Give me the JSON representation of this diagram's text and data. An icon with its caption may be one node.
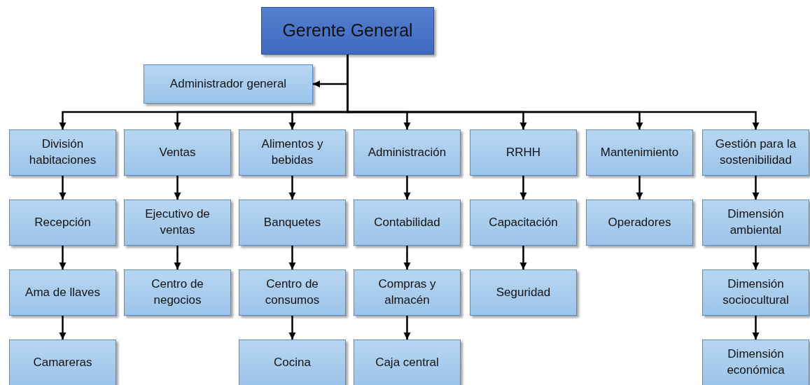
{
  "diagram": {
    "nodes": [
      {
        "text": [
          "Gerente General"
        ]
      },
      {
        "text": [
          "Administrador general"
        ]
      },
      {
        "text": [
          "División habitaciones"
        ]
      },
      {
        "text": [
          "Ventas"
        ]
      },
      {
        "text": [
          "Alimentos y bebidas"
        ]
      },
      {
        "text": [
          "Administración"
        ]
      },
      {
        "text": [
          "RRHH"
        ]
      },
      {
        "text": [
          "Mantenimiento"
        ]
      },
      {
        "text": [
          "Gestión para la sostenibilidad"
        ]
      },
      {
        "text": [
          "Recepción"
        ]
      },
      {
        "text": [
          "Ejecutivo de ventas"
        ]
      },
      {
        "text": [
          "Banquetes"
        ]
      },
      {
        "text": [
          "Contabilidad"
        ]
      },
      {
        "text": [
          "Capacitación"
        ]
      },
      {
        "text": [
          "Operadores"
        ]
      },
      {
        "text": [
          "Dimensión ambiental"
        ]
      },
      {
        "text": [
          "Ama de llaves"
        ]
      },
      {
        "text": [
          "Centro de negocios"
        ]
      },
      {
        "text": [
          "Centro de consumos"
        ]
      },
      {
        "text": [
          "Compras y almacén"
        ]
      },
      {
        "text": [
          "Seguridad"
        ]
      },
      {
        "text": [
          "Dimensión sociocultural"
        ]
      },
      {
        "text": [
          "Camareras"
        ]
      },
      {
        "text": [
          "Cocina"
        ]
      },
      {
        "text": [
          "Caja central"
        ]
      },
      {
        "text": [
          "Dimensión económica"
        ]
      }
    ],
    "edges": [
      {
        "from": 0,
        "to": 1,
        "arrow": "to"
      },
      {
        "from": 0,
        "to": 2,
        "arrow": "to"
      },
      {
        "from": 0,
        "to": 3,
        "arrow": "to"
      },
      {
        "from": 0,
        "to": 4,
        "arrow": "to"
      },
      {
        "from": 0,
        "to": 5,
        "arrow": "to"
      },
      {
        "from": 0,
        "to": 6,
        "arrow": "to"
      },
      {
        "from": 0,
        "to": 7,
        "arrow": "to"
      },
      {
        "from": 0,
        "to": 8,
        "arrow": "to"
      },
      {
        "from": 2,
        "to": 9,
        "arrow": "to"
      },
      {
        "from": 3,
        "to": 10,
        "arrow": "to"
      },
      {
        "from": 4,
        "to": 11,
        "arrow": "to"
      },
      {
        "from": 5,
        "to": 12,
        "arrow": "to"
      },
      {
        "from": 6,
        "to": 13,
        "arrow": "to"
      },
      {
        "from": 7,
        "to": 14,
        "arrow": "to"
      },
      {
        "from": 8,
        "to": 15,
        "arrow": "to"
      },
      {
        "from": 9,
        "to": 16,
        "arrow": "to"
      },
      {
        "from": 10,
        "to": 17,
        "arrow": "to"
      },
      {
        "from": 11,
        "to": 18,
        "arrow": "to"
      },
      {
        "from": 12,
        "to": 19,
        "arrow": "to"
      },
      {
        "from": 13,
        "to": 20,
        "arrow": "to"
      },
      {
        "from": 15,
        "to": 21,
        "arrow": "to"
      },
      {
        "from": 16,
        "to": 22,
        "arrow": "to"
      },
      {
        "from": 18,
        "to": 23,
        "arrow": "to"
      },
      {
        "from": 19,
        "to": 24,
        "arrow": "to"
      },
      {
        "from": 21,
        "to": 25,
        "arrow": "to"
      }
    ]
  }
}
